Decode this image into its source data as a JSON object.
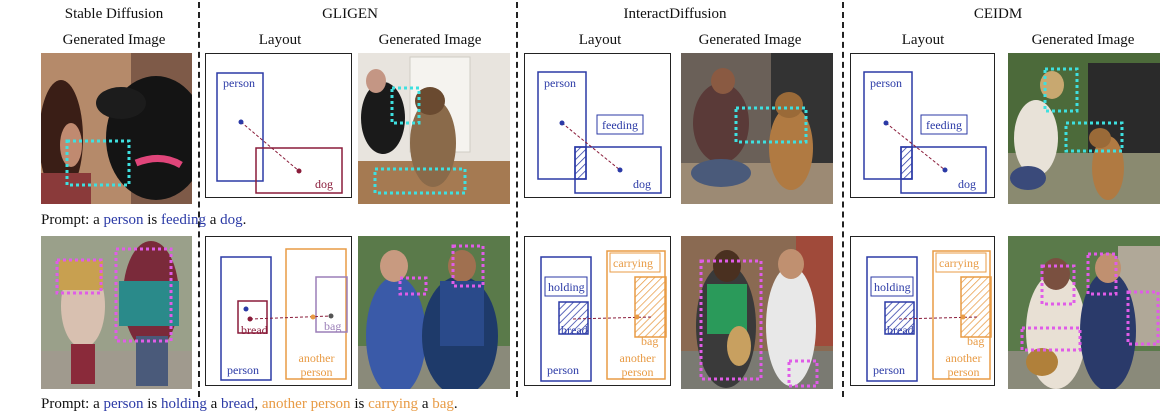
{
  "headers": {
    "sd_title": "Stable Diffusion",
    "sd_sub": "Generated Image",
    "gligen_title": "GLIGEN",
    "interact_title": "InteractDiffusion",
    "ceidm_title": "CEIDM",
    "layout": "Layout",
    "generated": "Generated Image"
  },
  "row1": {
    "labels": {
      "person": "person",
      "dog": "dog",
      "feeding": "feeding"
    },
    "prompt": {
      "prefix": "Prompt: a ",
      "subject": "person",
      "is": " is ",
      "action": "feeding",
      "a": " a ",
      "object": "dog",
      "end": "."
    }
  },
  "row2": {
    "labels": {
      "person": "person",
      "bread": "bread",
      "bag": "bag",
      "another": "another",
      "person2": "person",
      "holding": "holding",
      "carrying": "carrying"
    },
    "prompt": {
      "prefix": "Prompt: a ",
      "subject": "person",
      "is1": " is ",
      "action1": "holding",
      "a1": " a ",
      "object1": "bread",
      "comma": ", ",
      "subject2": "another person",
      "is2": " is ",
      "action2": "carrying",
      "a2": " a ",
      "object2": "bag",
      "end": "."
    }
  },
  "colors": {
    "blue": "#2b3aa6",
    "maroon": "#8a1c3a",
    "orange": "#e89b45",
    "purple": "#9b7fb8",
    "cyan_dotted": "#3ee0e0",
    "magenta_dotted": "#e05ce8"
  }
}
